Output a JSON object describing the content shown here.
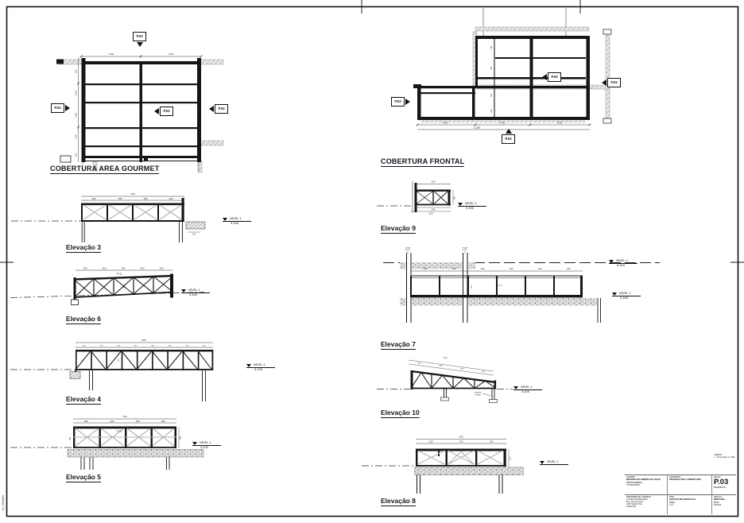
{
  "sheet": {
    "paper": "A1_594x841"
  },
  "flags": {
    "label": "P.03"
  },
  "levels": {
    "n1_name": "NÍVEL 1",
    "n1_value": "3,100",
    "n2_name": "NÍVEL 2",
    "n2_value": "6,100"
  },
  "plans": {
    "gourmet": {
      "title": "COBERTURA AREA GOURMET",
      "dims_top": [
        "3760",
        "3760"
      ],
      "dims_left": [
        "150",
        "1500",
        "1500",
        "1500",
        "415"
      ]
    },
    "frontal": {
      "title": "COBERTURA FRONTAL",
      "dims_bottom": [
        "3760",
        "3760",
        "3760"
      ],
      "dim_total": "11280",
      "dims_inner": [
        "1187",
        "750",
        "375",
        "1128"
      ]
    }
  },
  "elevations": {
    "e3": {
      "label": "Elevação 3",
      "dim_total": "7520",
      "dims": [
        "1880",
        "1880",
        "1880",
        "1880"
      ],
      "dim_small": "150"
    },
    "e6": {
      "label": "Elevação 6",
      "dims": [
        "1520",
        "1520",
        "1520",
        "1520",
        "1520"
      ],
      "tag": "TR-01",
      "dim_red": "600"
    },
    "e4": {
      "label": "Elevação 4",
      "dim_total": "8460",
      "dims": [
        "940",
        "940",
        "940",
        "940",
        "940",
        "940",
        "940",
        "940"
      ],
      "dim_red": "600"
    },
    "e5": {
      "label": "Elevação 5",
      "dim_total": "7520",
      "dims": [
        "1880",
        "1880",
        "1880",
        "1880"
      ],
      "tag": "TR-01",
      "dim_red": "600",
      "dim_right": "600"
    },
    "e9": {
      "label": "Elevação 9",
      "dim_top": "3000",
      "dim_b1": "1500",
      "dim_b2": "3000",
      "dim_right": "600"
    },
    "e7": {
      "label": "Elevação 7",
      "dims": [
        "1128",
        "1128",
        "1128",
        "1128",
        "1128",
        "1128"
      ],
      "col1a": "PILAR",
      "col1b": "EXIST.",
      "col2a": "PILAR",
      "col2b": "EXIST.",
      "tag": "TR-02",
      "dim_red": "600"
    },
    "e10": {
      "label": "Elevação 10",
      "dim_total": "4400",
      "dims": [
        "1100",
        "1100",
        "1100",
        "1100"
      ],
      "note1": "SAPATA",
      "note2": "CHUMB."
    },
    "e8": {
      "label": "Elevação 8",
      "dim_total": "3760",
      "dims": [
        "1253",
        "1253",
        "1253"
      ],
      "dim_right": "600"
    }
  },
  "titleblock": {
    "notes_label": "NOTAS:",
    "notes_line": "1. Dimensões em MM.",
    "cliente_label": "CLIENTE",
    "cliente": "REGINALDO SIMÕES DA SILVA",
    "projeto_label": "PROJETO/OBRA",
    "projeto": "CONDOMÍNIO",
    "resp_label": "RESPONSÁVEL TÉCNICO",
    "resp1": "GILVAN ENGENHARIA",
    "resp2": "Eng. Responsável",
    "resp3": "ART            TELEFONE",
    "resp4": "CREA-MG",
    "conteudo_label": "CONTEÚDO",
    "conteudo": "PRANCHA DET COBERTURA",
    "tipo_label": "TIPO",
    "tipo": "ESTRUTURA METALICA",
    "area_label": "ÁREA",
    "area": "0 m²",
    "folha_label": "FOLHA",
    "folha": "P.03",
    "revisao_label": "REVISÃO",
    "revisao": "00",
    "escala_label": "ESCALA",
    "escala": "INDICADA",
    "data_label": "DATA",
    "data": "03/2024"
  }
}
